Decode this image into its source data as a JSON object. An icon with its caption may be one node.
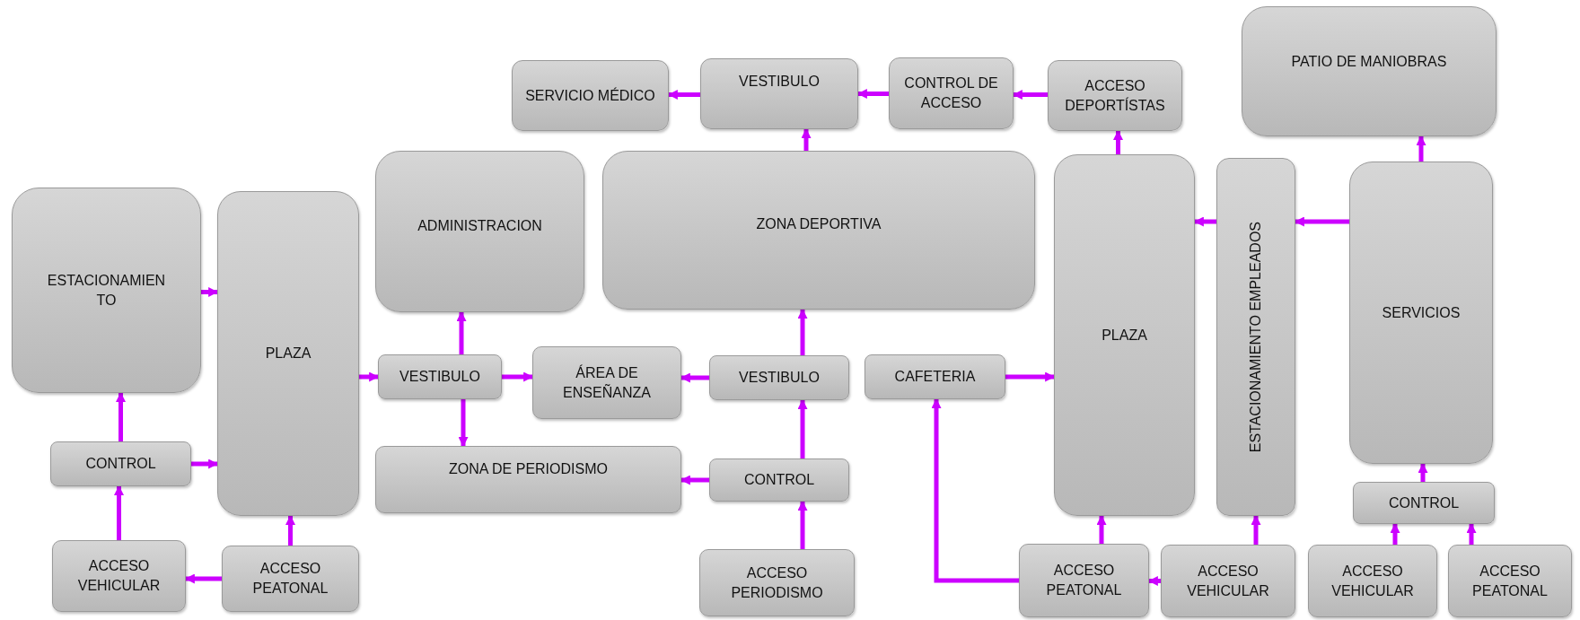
{
  "diagram": {
    "nodes": [
      {
        "text": [
          "ESTACIONAMIEN TO"
        ]
      },
      {
        "text": [
          "PLAZA"
        ]
      },
      {
        "text": [
          "CONTROL"
        ]
      },
      {
        "text": [
          "ACCESO VEHICULAR"
        ]
      },
      {
        "text": [
          "ACCESO PEATONAL"
        ]
      },
      {
        "text": [
          "ADMINISTRACION"
        ]
      },
      {
        "text": [
          "VESTIBULO"
        ]
      },
      {
        "text": [
          "ÁREA DE ENSEÑANZA"
        ]
      },
      {
        "text": [
          "ZONA DE PERIODISMO"
        ]
      },
      {
        "text": [
          "SERVICIO MÉDICO"
        ]
      },
      {
        "text": [
          "VESTIBULO"
        ]
      },
      {
        "text": [
          "CONTROL DE ACCESO"
        ]
      },
      {
        "text": [
          "ACCESO DEPORTÍSTAS"
        ]
      },
      {
        "text": [
          "ZONA DEPORTIVA"
        ]
      },
      {
        "text": [
          "VESTIBULO"
        ]
      },
      {
        "text": [
          "CONTROL"
        ]
      },
      {
        "text": [
          "ACCESO PERIODISMO"
        ]
      },
      {
        "text": [
          "CAFETERIA"
        ]
      },
      {
        "text": [
          "PLAZA"
        ]
      },
      {
        "text": [
          "ESTACIONAMIENTO EMPLEADOS"
        ]
      },
      {
        "text": [
          "PATIO DE MANIOBRAS"
        ]
      },
      {
        "text": [
          "SERVICIOS"
        ]
      },
      {
        "text": [
          "CONTROL"
        ]
      },
      {
        "text": [
          "ACCESO PEATONAL"
        ]
      },
      {
        "text": [
          "ACCESO VEHICULAR"
        ]
      },
      {
        "text": [
          "ACCESO VEHICULAR"
        ]
      },
      {
        "text": [
          "ACCESO PEATONAL"
        ]
      }
    ],
    "edges": [
      {
        "from": 0,
        "to": 1,
        "arrow": "to"
      },
      {
        "from": 2,
        "to": 0,
        "arrow": "to"
      },
      {
        "from": 2,
        "to": 1,
        "arrow": "to"
      },
      {
        "from": 3,
        "to": 2,
        "arrow": "to"
      },
      {
        "from": 4,
        "to": 3,
        "arrow": "to"
      },
      {
        "from": 4,
        "to": 1,
        "arrow": "to"
      },
      {
        "from": 1,
        "to": 6,
        "arrow": "to"
      },
      {
        "from": 6,
        "to": 5,
        "arrow": "to"
      },
      {
        "from": 6,
        "to": 8,
        "arrow": "to"
      },
      {
        "from": 6,
        "to": 7,
        "arrow": "to"
      },
      {
        "from": 14,
        "to": 7,
        "arrow": "to"
      },
      {
        "from": 14,
        "to": 13,
        "arrow": "to"
      },
      {
        "from": 15,
        "to": 14,
        "arrow": "to"
      },
      {
        "from": 15,
        "to": 8,
        "arrow": "to"
      },
      {
        "from": 16,
        "to": 15,
        "arrow": "to"
      },
      {
        "from": 13,
        "to": 10,
        "arrow": "to"
      },
      {
        "from": 10,
        "to": 9,
        "arrow": "to"
      },
      {
        "from": 11,
        "to": 10,
        "arrow": "to"
      },
      {
        "from": 12,
        "to": 11,
        "arrow": "to"
      },
      {
        "from": 18,
        "to": 12,
        "arrow": "to"
      },
      {
        "from": 17,
        "to": 18,
        "arrow": "to"
      },
      {
        "from": 23,
        "to": 17,
        "arrow": "to"
      },
      {
        "from": 23,
        "to": 18,
        "arrow": "to"
      },
      {
        "from": 24,
        "to": 23,
        "arrow": "to"
      },
      {
        "from": 24,
        "to": 19,
        "arrow": "to"
      },
      {
        "from": 19,
        "to": 18,
        "arrow": "to"
      },
      {
        "from": 21,
        "to": 19,
        "arrow": "to"
      },
      {
        "from": 21,
        "to": 20,
        "arrow": "to"
      },
      {
        "from": 22,
        "to": 21,
        "arrow": "to"
      },
      {
        "from": 25,
        "to": 22,
        "arrow": "to"
      },
      {
        "from": 26,
        "to": 22,
        "arrow": "to"
      }
    ]
  }
}
